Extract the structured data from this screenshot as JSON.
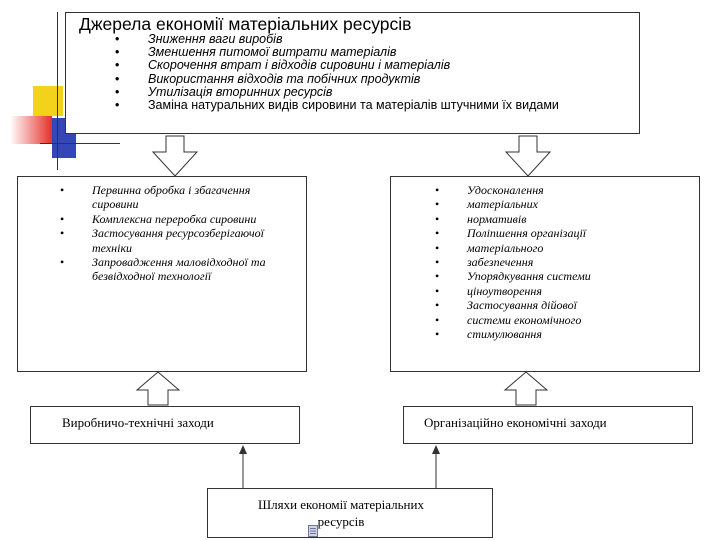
{
  "colors": {
    "accent_yellow": "#f2d21a",
    "accent_red": "#e5312a",
    "accent_blue": "#3247b8",
    "line": "#333333"
  },
  "top_box": {
    "title": "Джерела економії матеріальних ресурсів",
    "items": [
      "Зниження ваги виробів",
      "Зменшення питомої витрати матеріалів",
      "Скорочення втрат і відходів сировини і матеріалів",
      "Використання відходів та побічних продуктів",
      "Утилізація вторинних ресурсів",
      "Заміна натуральних видів сировини та матеріалів штучними їх видами"
    ]
  },
  "left_box": {
    "items": [
      "Первинна обробка і збагачення сировини",
      "Комплексна переробка сировини",
      "Застосування ресурсозберігаючої техніки",
      "Запровадження маловідходної та безвідходної технології"
    ]
  },
  "right_box": {
    "items": [
      "Удосконалення",
      "матеріальних",
      "нормативів",
      "Поліпшення організації",
      "матеріального",
      "забезпечення",
      "Упорядкування системи",
      "ціноутворення",
      "Застосування дійової",
      "системи економічного",
      "стимулювання"
    ]
  },
  "left_label": "Виробничо-технічні заходи",
  "right_label": "Організаційно економічні заходи",
  "bottom_label": "Шляхи економії матеріальних ресурсів",
  "doc_icon": "document-icon"
}
